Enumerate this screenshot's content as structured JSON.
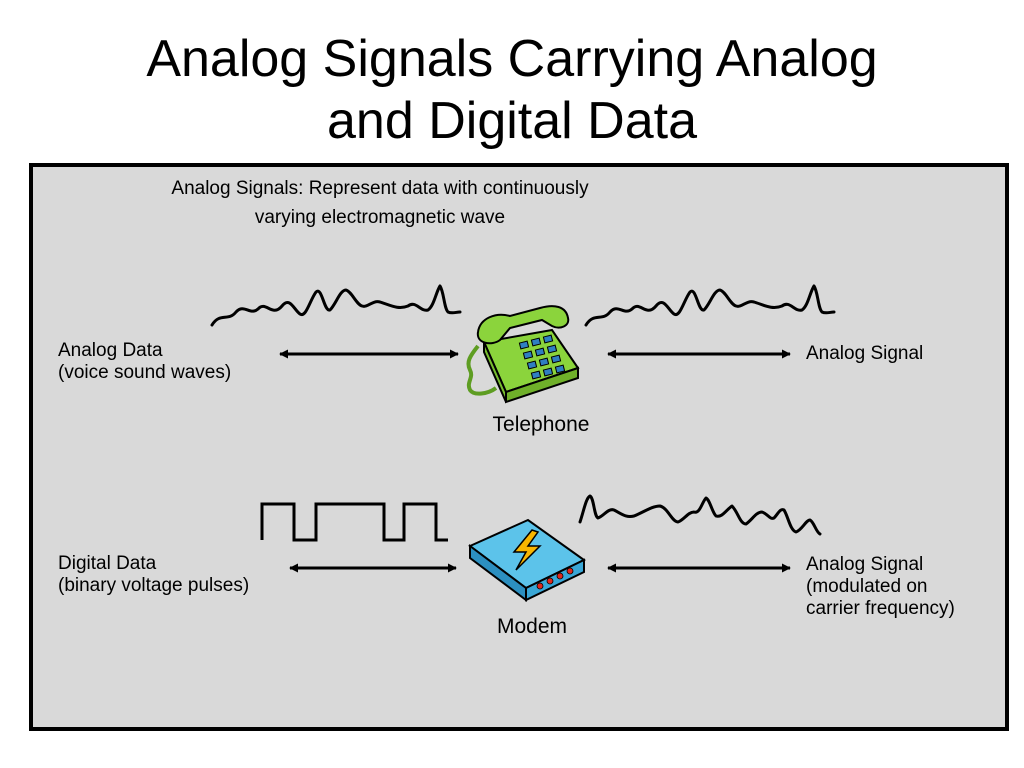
{
  "slide": {
    "title_line1": "Analog Signals Carrying Analog",
    "title_line2": "and Digital Data"
  },
  "diagram": {
    "caption_line1": "Analog Signals: Represent data with continuously",
    "caption_line2": "varying electromagnetic wave",
    "analog_data": {
      "line1": "Analog Data",
      "line2": "(voice sound waves)"
    },
    "telephone_label": "Telephone",
    "analog_signal_top": "Analog Signal",
    "digital_data": {
      "line1": "Digital Data",
      "line2": "(binary voltage pulses)"
    },
    "modem_label": "Modem",
    "analog_signal_bottom": {
      "line1": "Analog Signal",
      "line2": "(modulated on",
      "line3": "carrier frequency)"
    }
  },
  "colors": {
    "panel_background": "#d9d9d9",
    "telephone_green": "#8bd43c",
    "telephone_buttons": "#2f7fc2",
    "modem_blue": "#5cc3ea",
    "modem_bolt": "#f7b500",
    "modem_leds": "#e0281e"
  },
  "icons": [
    "telephone-icon",
    "modem-icon",
    "lightning-bolt-icon"
  ]
}
